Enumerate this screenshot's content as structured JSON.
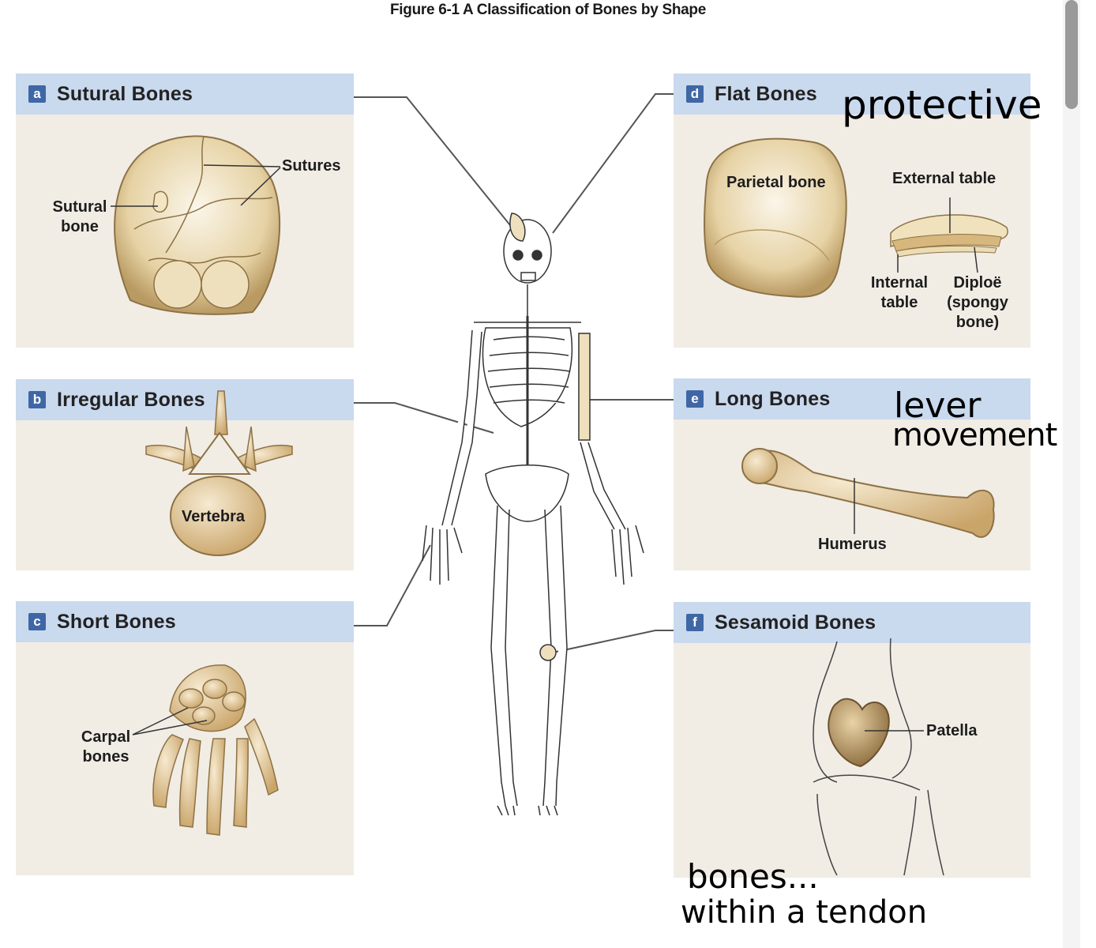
{
  "figure": {
    "title": "Figure 6-1  A Classification of Bones by Shape"
  },
  "panels": {
    "a": {
      "letter": "a",
      "title": "Sutural Bones",
      "labels": {
        "sutures": "Sutures",
        "sutural_bone": "Sutural\nbone"
      }
    },
    "b": {
      "letter": "b",
      "title": "Irregular Bones",
      "labels": {
        "vertebra": "Vertebra"
      }
    },
    "c": {
      "letter": "c",
      "title": "Short Bones",
      "labels": {
        "carpal_bones": "Carpal\nbones"
      }
    },
    "d": {
      "letter": "d",
      "title": "Flat Bones",
      "labels": {
        "parietal_bone": "Parietal bone",
        "external_table": "External table",
        "internal_table": "Internal\ntable",
        "diploe": "Diploë\n(spongy\nbone)"
      }
    },
    "e": {
      "letter": "e",
      "title": "Long Bones",
      "labels": {
        "humerus": "Humerus"
      }
    },
    "f": {
      "letter": "f",
      "title": "Sesamoid Bones",
      "labels": {
        "patella": "Patella"
      }
    }
  },
  "annotations": {
    "flat": "protective",
    "long_line1": "lever",
    "long_line2": "movement",
    "sesamoid_line1": "bones...",
    "sesamoid_line2": "within a tendon"
  },
  "colors": {
    "panel_bg": "#f1ede5",
    "header_bg": "#c9d9ee",
    "badge_bg": "#3f67a6",
    "bone": "#e6d2a4",
    "bone_shadow": "#b99a62"
  }
}
